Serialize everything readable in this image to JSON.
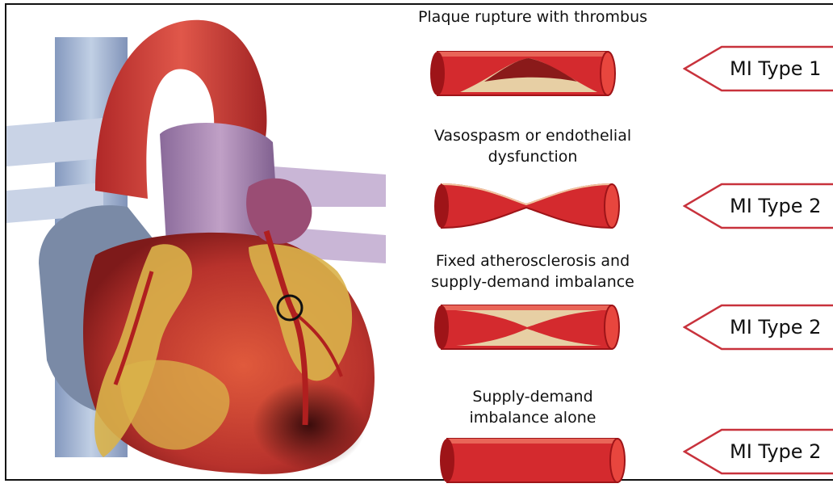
{
  "figure": {
    "panels": [
      {
        "caption_lines": [
          "Plaque rupture with thrombus"
        ],
        "vessel": "plaque-rupture-thrombus",
        "type_label": "MI Type 1"
      },
      {
        "caption_lines": [
          "Vasospasm or endothelial",
          "dysfunction"
        ],
        "vessel": "vasospasm",
        "type_label": "MI Type 2"
      },
      {
        "caption_lines": [
          "Fixed atherosclerosis and",
          "supply-demand imbalance"
        ],
        "vessel": "fixed-atherosclerosis",
        "type_label": "MI Type 2"
      },
      {
        "caption_lines": [
          "Supply-demand",
          "imbalance alone"
        ],
        "vessel": "normal-lumen",
        "type_label": "MI Type 2"
      }
    ]
  },
  "colors": {
    "vessel_red": "#d42a2e",
    "vessel_dark": "#9e1418",
    "plaque": "#e7cfa4",
    "arrow_stroke": "#c8323c",
    "heart_red": "#c83a35",
    "heart_fat": "#d9b34a"
  }
}
